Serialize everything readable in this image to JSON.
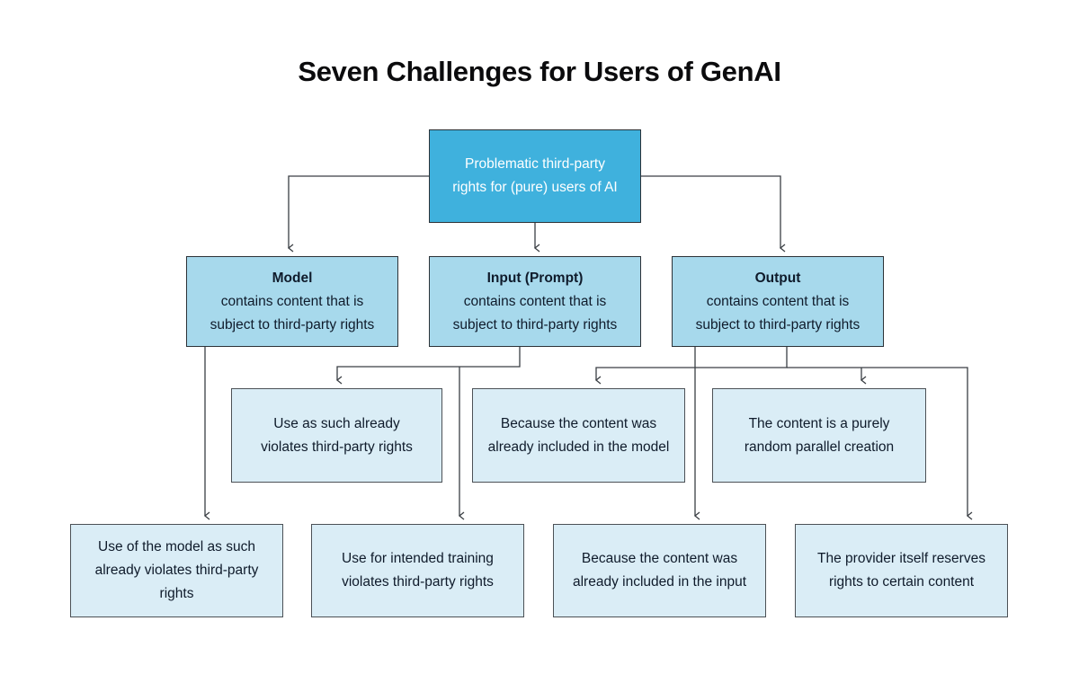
{
  "title": "Seven Challenges for Users of GenAI",
  "colors": {
    "root_fill": "#3fb1dd",
    "level2_fill": "#a7d9ec",
    "leaf_fill": "#daedf6",
    "box_border_dark": "#2c3237",
    "box_border_leaf": "#4c5156",
    "connector": "#3a3f44",
    "title_text": "#0b0b0d",
    "box_text_dark": "#0f1b2b",
    "box_text_light": "#ffffff"
  },
  "nodes": {
    "root": {
      "body": "Problematic third-party\nrights for (pure) users of AI"
    },
    "model": {
      "head": "Model",
      "body": "contains content that is\nsubject to third-party rights"
    },
    "input": {
      "head": "Input (Prompt)",
      "body": "contains content that is\nsubject to third-party rights"
    },
    "output": {
      "head": "Output",
      "body": "contains content that is\nsubject to third-party rights"
    },
    "mid1": {
      "body": "Use as such already\nviolates third-party rights"
    },
    "mid2": {
      "body": "Because the content was\nalready included in the model"
    },
    "mid3": {
      "body": "The content is a purely\nrandom parallel creation"
    },
    "leaf1": {
      "body": "Use of the model as such\nalready violates third-party\nrights"
    },
    "leaf2": {
      "body": "Use for intended training\nviolates third-party rights"
    },
    "leaf3": {
      "body": "Because the content was\nalready included in the input"
    },
    "leaf4": {
      "body": "The provider itself reserves\nrights to certain content"
    }
  }
}
